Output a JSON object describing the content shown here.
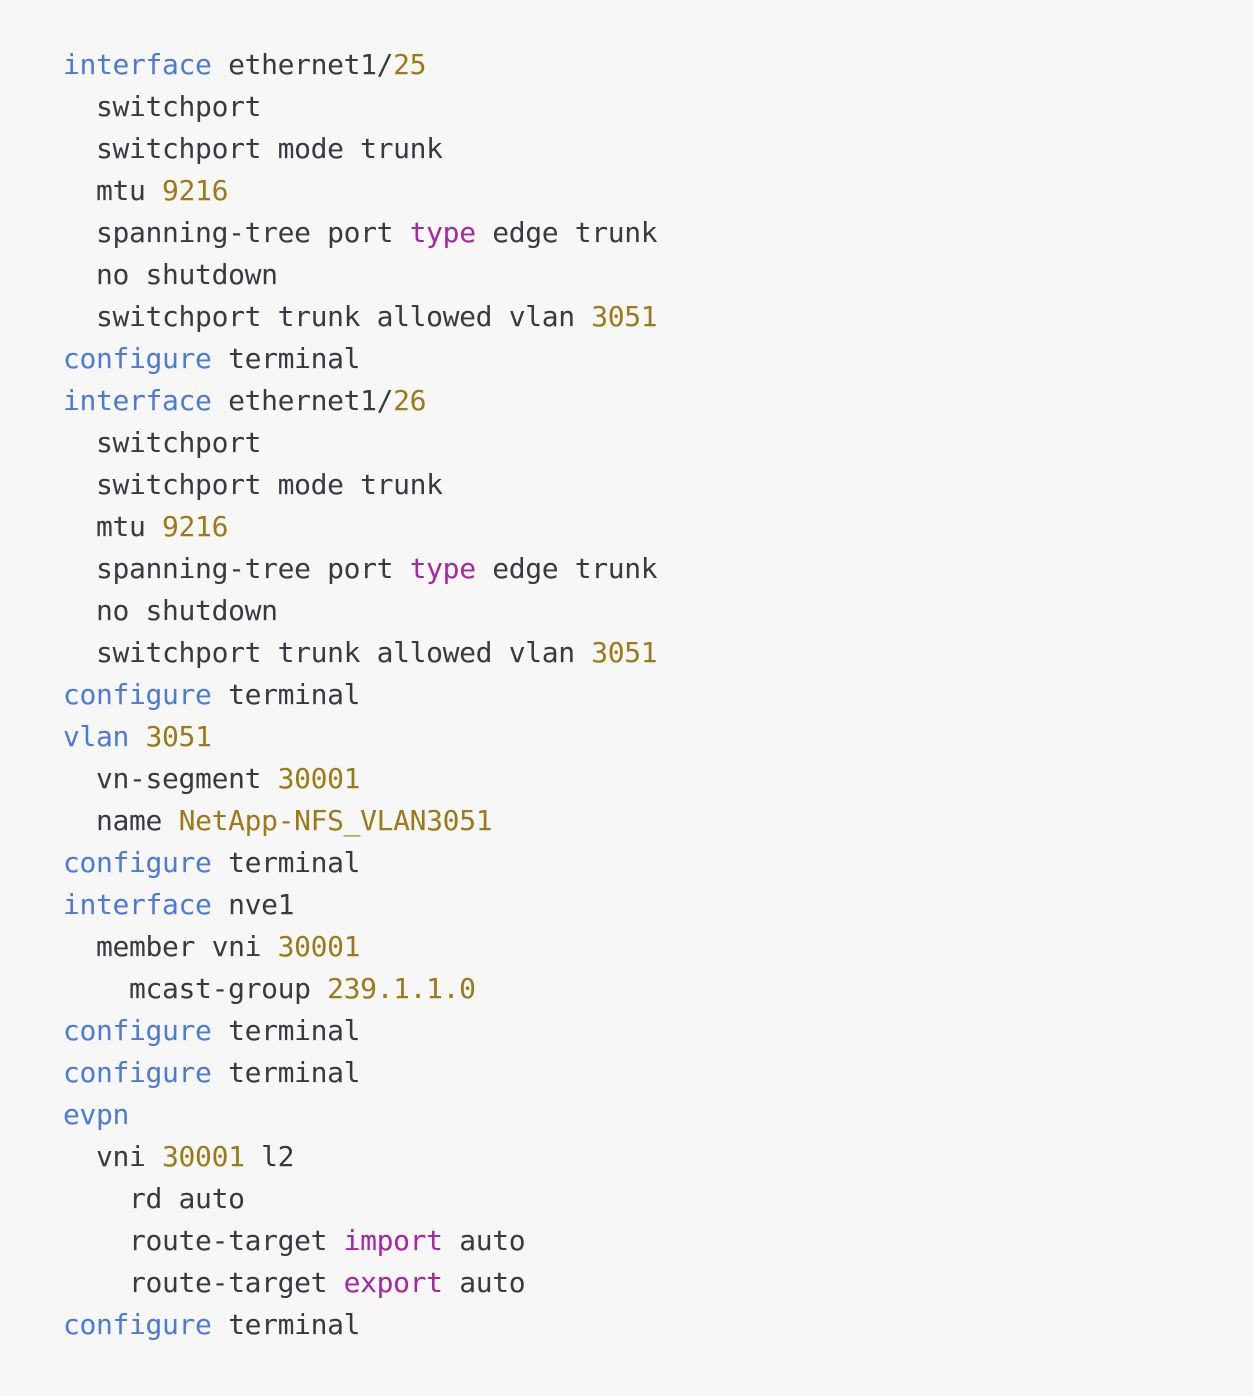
{
  "document": {
    "kind": "code-block",
    "language": "nxos-cli",
    "background_color": "#f7f7f7",
    "colors": {
      "default_text": "#383a42",
      "keyword": "#4d7ad4",
      "number": "#9c7a18",
      "string": "#9c7a18",
      "operator_keyword": "#a626a4"
    }
  },
  "code": {
    "lines": [
      {
        "indent": 0,
        "tokens": [
          {
            "t": "interface",
            "c": "kw"
          },
          {
            "t": " ethernet1/",
            "c": "tx"
          },
          {
            "t": "25",
            "c": "num"
          }
        ]
      },
      {
        "indent": 1,
        "tokens": [
          {
            "t": "switchport",
            "c": "tx"
          }
        ]
      },
      {
        "indent": 1,
        "tokens": [
          {
            "t": "switchport mode trunk",
            "c": "tx"
          }
        ]
      },
      {
        "indent": 1,
        "tokens": [
          {
            "t": "mtu ",
            "c": "tx"
          },
          {
            "t": "9216",
            "c": "num"
          }
        ]
      },
      {
        "indent": 1,
        "tokens": [
          {
            "t": "spanning-tree port ",
            "c": "tx"
          },
          {
            "t": "type",
            "c": "op"
          },
          {
            "t": " edge trunk",
            "c": "tx"
          }
        ]
      },
      {
        "indent": 1,
        "tokens": [
          {
            "t": "no shutdown",
            "c": "tx"
          }
        ]
      },
      {
        "indent": 1,
        "tokens": [
          {
            "t": "switchport trunk allowed vlan ",
            "c": "tx"
          },
          {
            "t": "3051",
            "c": "num"
          }
        ]
      },
      {
        "indent": 0,
        "tokens": [
          {
            "t": "configure",
            "c": "kw"
          },
          {
            "t": " terminal",
            "c": "tx"
          }
        ]
      },
      {
        "indent": 0,
        "tokens": [
          {
            "t": "interface",
            "c": "kw"
          },
          {
            "t": " ethernet1/",
            "c": "tx"
          },
          {
            "t": "26",
            "c": "num"
          }
        ]
      },
      {
        "indent": 1,
        "tokens": [
          {
            "t": "switchport",
            "c": "tx"
          }
        ]
      },
      {
        "indent": 1,
        "tokens": [
          {
            "t": "switchport mode trunk",
            "c": "tx"
          }
        ]
      },
      {
        "indent": 1,
        "tokens": [
          {
            "t": "mtu ",
            "c": "tx"
          },
          {
            "t": "9216",
            "c": "num"
          }
        ]
      },
      {
        "indent": 1,
        "tokens": [
          {
            "t": "spanning-tree port ",
            "c": "tx"
          },
          {
            "t": "type",
            "c": "op"
          },
          {
            "t": " edge trunk",
            "c": "tx"
          }
        ]
      },
      {
        "indent": 1,
        "tokens": [
          {
            "t": "no shutdown",
            "c": "tx"
          }
        ]
      },
      {
        "indent": 1,
        "tokens": [
          {
            "t": "switchport trunk allowed vlan ",
            "c": "tx"
          },
          {
            "t": "3051",
            "c": "num"
          }
        ]
      },
      {
        "indent": 0,
        "tokens": [
          {
            "t": "configure",
            "c": "kw"
          },
          {
            "t": " terminal",
            "c": "tx"
          }
        ]
      },
      {
        "indent": 0,
        "tokens": [
          {
            "t": "vlan",
            "c": "kw"
          },
          {
            "t": " ",
            "c": "tx"
          },
          {
            "t": "3051",
            "c": "num"
          }
        ]
      },
      {
        "indent": 1,
        "tokens": [
          {
            "t": "vn-segment ",
            "c": "tx"
          },
          {
            "t": "30001",
            "c": "num"
          }
        ]
      },
      {
        "indent": 1,
        "tokens": [
          {
            "t": "name ",
            "c": "tx"
          },
          {
            "t": "NetApp-NFS_VLAN3051",
            "c": "str"
          }
        ]
      },
      {
        "indent": 0,
        "tokens": [
          {
            "t": "configure",
            "c": "kw"
          },
          {
            "t": " terminal",
            "c": "tx"
          }
        ]
      },
      {
        "indent": 0,
        "tokens": [
          {
            "t": "interface",
            "c": "kw"
          },
          {
            "t": " nve1",
            "c": "tx"
          }
        ]
      },
      {
        "indent": 1,
        "tokens": [
          {
            "t": "member vni ",
            "c": "tx"
          },
          {
            "t": "30001",
            "c": "num"
          }
        ]
      },
      {
        "indent": 2,
        "tokens": [
          {
            "t": "mcast-group ",
            "c": "tx"
          },
          {
            "t": "239.1.1.0",
            "c": "num"
          }
        ]
      },
      {
        "indent": 0,
        "tokens": [
          {
            "t": "configure",
            "c": "kw"
          },
          {
            "t": " terminal",
            "c": "tx"
          }
        ]
      },
      {
        "indent": 0,
        "tokens": [
          {
            "t": "configure",
            "c": "kw"
          },
          {
            "t": " terminal",
            "c": "tx"
          }
        ]
      },
      {
        "indent": 0,
        "tokens": [
          {
            "t": "evpn",
            "c": "kw"
          }
        ]
      },
      {
        "indent": 1,
        "tokens": [
          {
            "t": "vni ",
            "c": "tx"
          },
          {
            "t": "30001",
            "c": "num"
          },
          {
            "t": " l2",
            "c": "tx"
          }
        ]
      },
      {
        "indent": 2,
        "tokens": [
          {
            "t": "rd auto",
            "c": "tx"
          }
        ]
      },
      {
        "indent": 2,
        "tokens": [
          {
            "t": "route-target ",
            "c": "tx"
          },
          {
            "t": "import",
            "c": "op"
          },
          {
            "t": " auto",
            "c": "tx"
          }
        ]
      },
      {
        "indent": 2,
        "tokens": [
          {
            "t": "route-target ",
            "c": "tx"
          },
          {
            "t": "export",
            "c": "op"
          },
          {
            "t": " auto",
            "c": "tx"
          }
        ]
      },
      {
        "indent": 0,
        "tokens": [
          {
            "t": "configure",
            "c": "kw"
          },
          {
            "t": " terminal",
            "c": "tx"
          }
        ]
      }
    ]
  }
}
